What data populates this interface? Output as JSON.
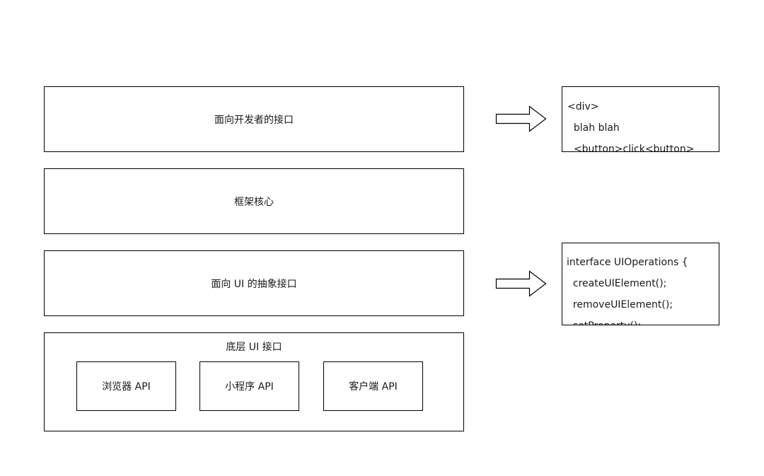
{
  "layers": {
    "developer_interface": "面向开发者的接口",
    "framework_core": "框架核心",
    "ui_abstract_interface": "面向 UI 的抽象接口",
    "underlying_ui_interface": {
      "title": "底层 UI 接口",
      "items": [
        "浏览器 API",
        "小程序 API",
        "客户端 API"
      ]
    }
  },
  "code_snippets": {
    "developer_code": [
      "<div>",
      "  blah blah",
      "  <button>click<button>"
    ],
    "ui_operations_code": [
      "interface UIOperations {",
      "  createUIElement();",
      "  removeUIElement();",
      "  setProperty();"
    ]
  },
  "icons": {
    "arrow": "right-arrow-icon"
  }
}
